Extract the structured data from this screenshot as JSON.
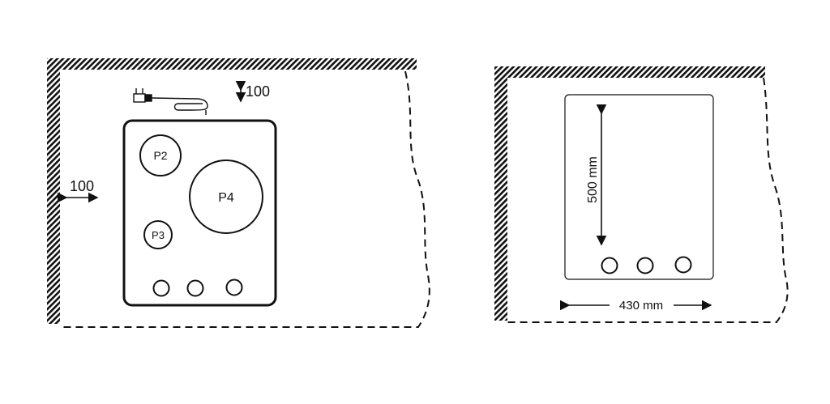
{
  "left_panel": {
    "clearance_top": "100",
    "clearance_side": "100",
    "burners": {
      "p2": "P2",
      "p3": "P3",
      "p4": "P4"
    }
  },
  "right_panel": {
    "height_label": "500 mm",
    "width_label": "430 mm"
  },
  "colors": {
    "ink": "#111111",
    "background": "#ffffff"
  }
}
